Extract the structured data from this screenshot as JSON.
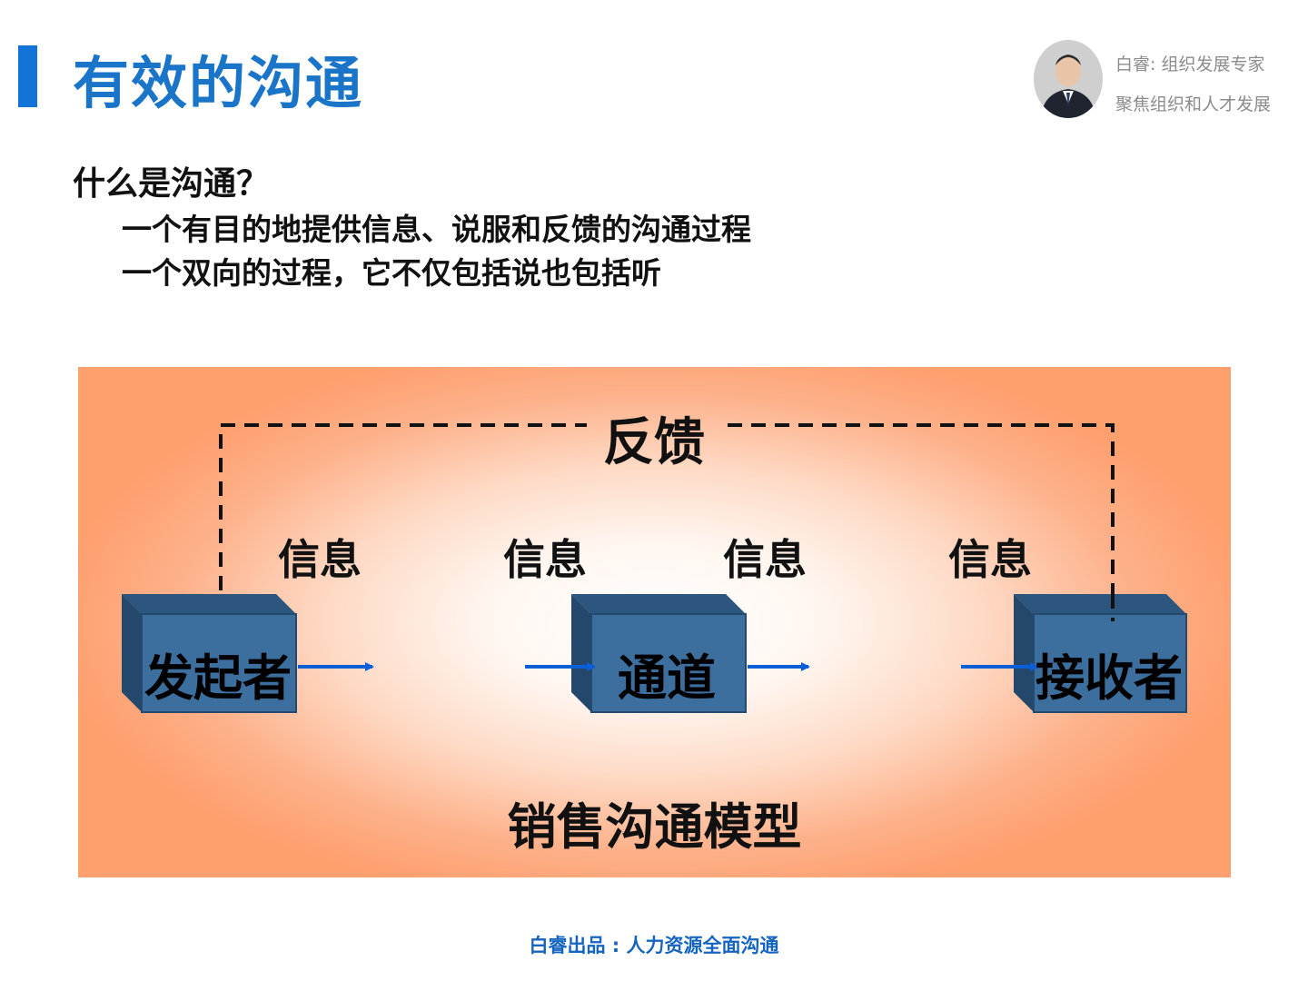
{
  "header": {
    "title": "有效的沟通",
    "author_line1": "白睿: 组织发展专家",
    "author_line2": "聚焦组织和人才发展"
  },
  "content": {
    "question": "什么是沟通？",
    "bullets": [
      "一个有目的地提供信息、说服和反馈的沟通过程",
      "一个双向的过程，它不仅包括说也包括听"
    ]
  },
  "model": {
    "feedback_label": "反馈",
    "info_labels": [
      "信息",
      "信息",
      "信息",
      "信息"
    ],
    "nodes": [
      "发起者",
      "通道",
      "接收者"
    ],
    "caption": "销售沟通模型"
  },
  "footer": {
    "text": "白睿出品 : 人力资源全面沟通"
  },
  "colors": {
    "accent": "#1a75c9",
    "box_face": "#3d6f9e",
    "box_top": "#2c567e",
    "panel_bg": "#fe9f6e",
    "arrow": "#0a5fd6"
  }
}
